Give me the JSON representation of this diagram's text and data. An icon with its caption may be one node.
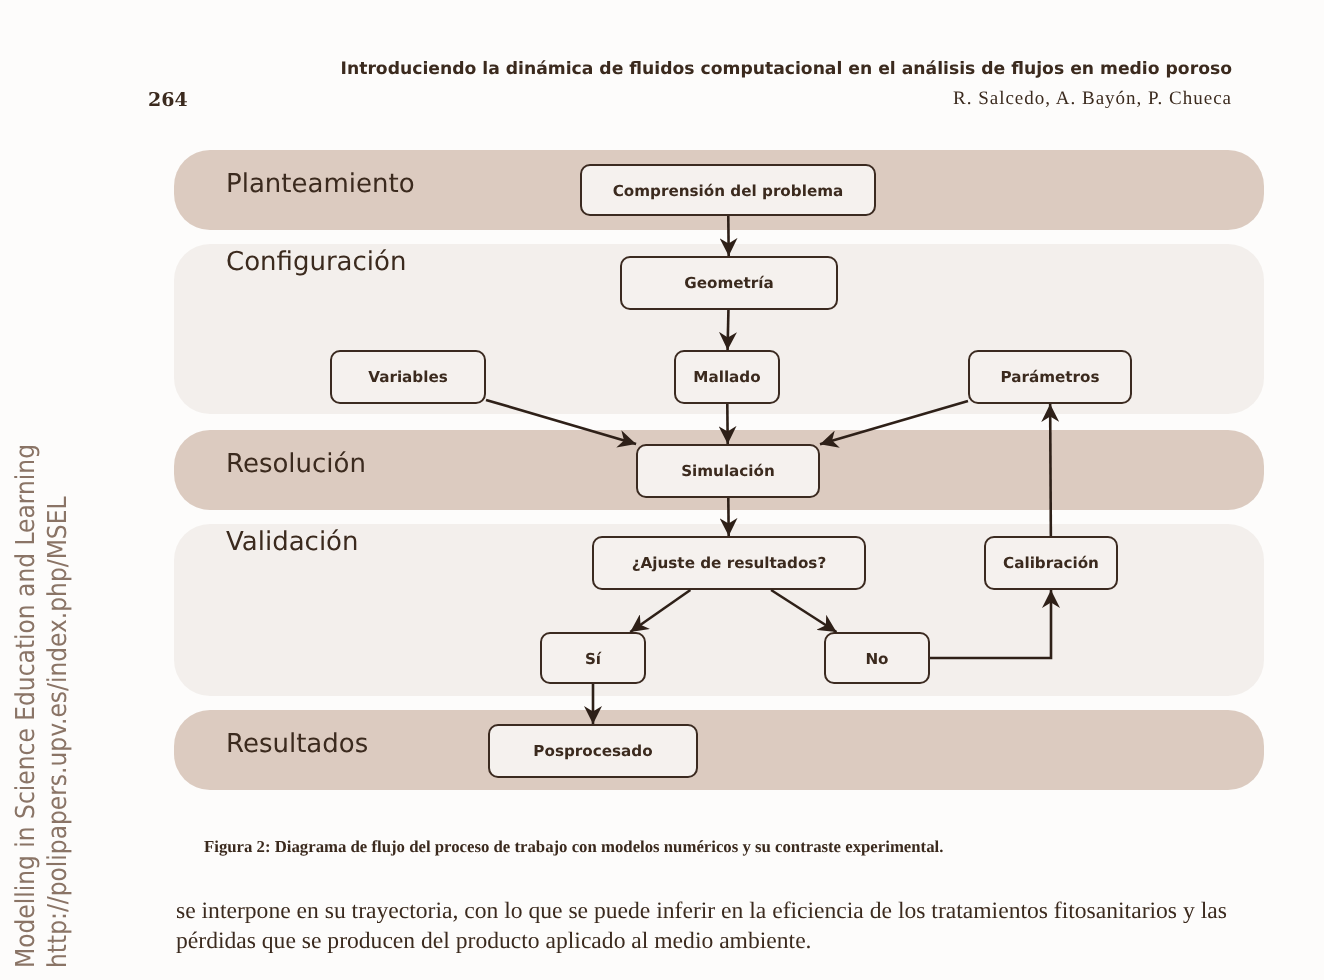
{
  "diagram": {
    "title": "Introduciendo la dinámica de fluidos computacional en el análisis de flujos en medio poroso",
    "caption": "Figura 2: Diagrama de flujo del proceso de trabajo con modelos numéricos y su contraste experimental.",
    "nodes": [
      {
        "text": [
          "Planteamiento"
        ]
      },
      {
        "text": [
          "Comprensión del problema"
        ],
        "in": 0
      },
      {
        "text": [
          "Configuración"
        ]
      },
      {
        "text": [
          "Geometría"
        ],
        "in": 2
      },
      {
        "text": [
          "Variables"
        ],
        "in": 2
      },
      {
        "text": [
          "Mallado"
        ],
        "in": 2
      },
      {
        "text": [
          "Parámetros"
        ],
        "in": 2
      },
      {
        "text": [
          "Resolución"
        ]
      },
      {
        "text": [
          "Simulación"
        ],
        "in": 7
      },
      {
        "text": [
          "Validación"
        ]
      },
      {
        "text": [
          "¿Ajuste de resultados?"
        ],
        "in": 9
      },
      {
        "text": [
          "Calibración"
        ],
        "in": 9
      },
      {
        "text": [
          "Sí"
        ],
        "in": 9
      },
      {
        "text": [
          "No"
        ],
        "in": 9
      },
      {
        "text": [
          "Resultados"
        ]
      },
      {
        "text": [
          "Posprocesado"
        ],
        "in": 14
      }
    ],
    "edges": [
      {
        "from": 1,
        "to": 3,
        "arrow": "to"
      },
      {
        "from": 3,
        "to": 5,
        "arrow": "to"
      },
      {
        "from": 4,
        "to": 8,
        "arrow": "to"
      },
      {
        "from": 5,
        "to": 8,
        "arrow": "to"
      },
      {
        "from": 6,
        "to": 8,
        "arrow": "to"
      },
      {
        "from": 8,
        "to": 10,
        "arrow": "to"
      },
      {
        "from": 10,
        "to": 12,
        "arrow": "to"
      },
      {
        "from": 10,
        "to": 13,
        "arrow": "to"
      },
      {
        "from": 13,
        "to": 11,
        "arrow": "to"
      },
      {
        "from": 11,
        "to": 6,
        "arrow": "to"
      },
      {
        "from": 12,
        "to": 15,
        "arrow": "to"
      }
    ],
    "labels": [
      "264",
      "R. Salcedo, A. Bayón, P. Chueca",
      "Modelling in Science Education and Learning",
      "http://polipapers.upv.es/index.php/MSEL",
      "se interpone en su trayectoria, con lo que se puede inferir en la eficiencia de los tratamientos fitosanitarios y las pérdidas que se producen del producto aplicado al medio ambiente."
    ]
  }
}
